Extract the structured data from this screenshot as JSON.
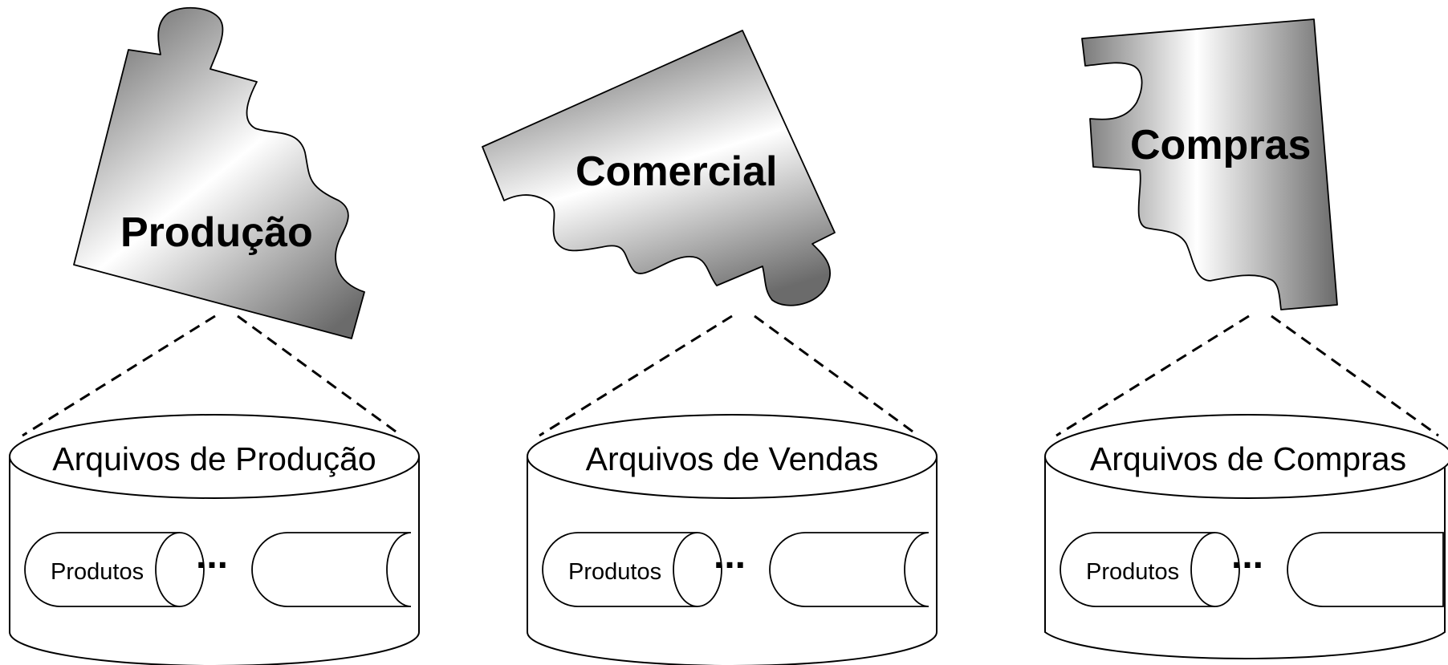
{
  "pieces": [
    {
      "label": "Produção"
    },
    {
      "label": "Comercial"
    },
    {
      "label": "Compras"
    }
  ],
  "databases": [
    {
      "title": "Arquivos de Produção",
      "first_table": "Produtos",
      "ellipsis": "..."
    },
    {
      "title": "Arquivos de Vendas",
      "first_table": "Produtos",
      "ellipsis": "..."
    },
    {
      "title": "Arquivos de Compras",
      "first_table": "Produtos",
      "ellipsis": "..."
    }
  ],
  "colors": {
    "piece_dark": "#6b6b6b",
    "piece_light": "#ffffff",
    "line": "#000000",
    "background": "#ffffff"
  }
}
